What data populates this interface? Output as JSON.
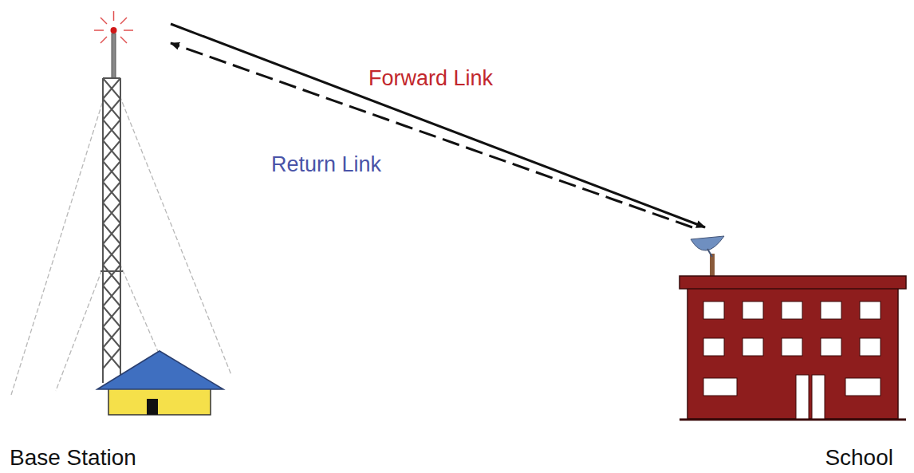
{
  "diagram": {
    "nodes": [
      {
        "text": [
          "Base Station"
        ]
      },
      {
        "text": [
          "School"
        ]
      }
    ],
    "edges": [
      {
        "from": 0,
        "to": 1,
        "arrow": "to",
        "label": "Forward Link"
      },
      {
        "from": 1,
        "to": 0,
        "arrow": "to",
        "label": "Return Link"
      }
    ]
  }
}
